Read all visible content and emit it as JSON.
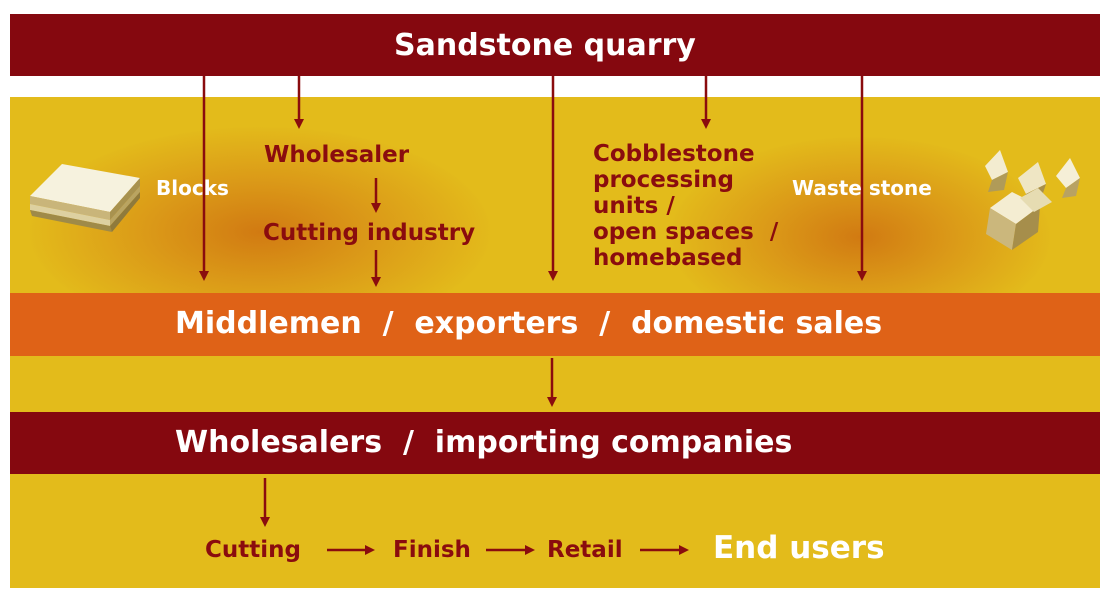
{
  "top_bar": {
    "title": "Sandstone quarry"
  },
  "upper_section": {
    "blocks": "Blocks",
    "wholesaler": "Wholesaler",
    "cutting_industry": "Cutting industry",
    "cobblestone": [
      "Cobblestone",
      "processing",
      "units /",
      "open spaces  /",
      "homebased"
    ],
    "waste_stone": "Waste stone"
  },
  "middle_bar": {
    "title": "Middlemen  /  exporters  /  domestic sales"
  },
  "wholesalers_bar": {
    "title": "Wholesalers  /  importing companies"
  },
  "chain": {
    "cutting": "Cutting",
    "finish": "Finish",
    "retail": "Retail",
    "end_users": "End users"
  },
  "icons": [
    "stone-blocks-icon",
    "waste-stone-icon",
    "arrow-icon"
  ],
  "colors": {
    "dark_red": "#85080f",
    "gold": "#e3bb1b",
    "orange": "#df6217",
    "white": "#ffffff"
  }
}
